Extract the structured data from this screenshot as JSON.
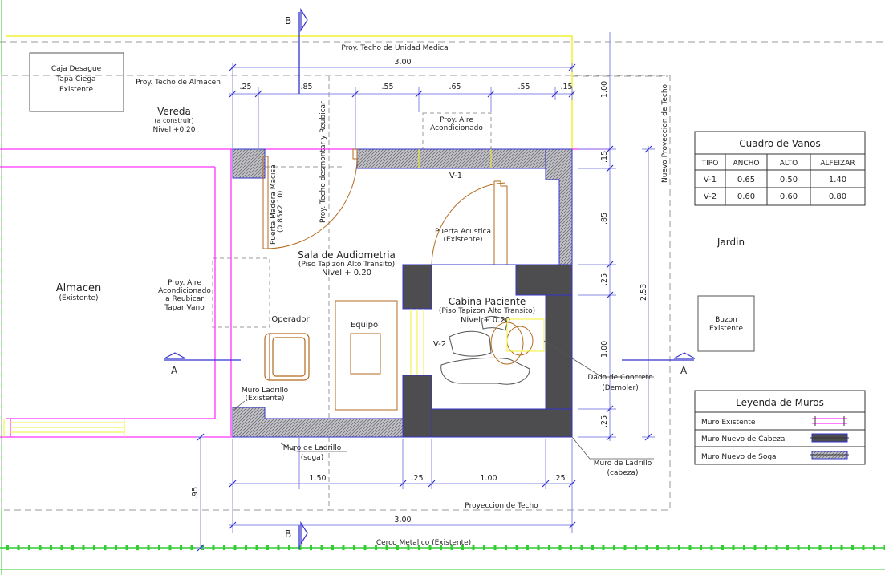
{
  "colors": {
    "magenta": "#ff33ff",
    "yellow": "#f2f230",
    "blue": "#3333cc",
    "dim": "#8a8ae6",
    "brown": "#b26b1f",
    "dark": "#4d4d50",
    "hatch": "#a7a7ad",
    "green": "#33cc33",
    "gray": "#9a9a9a"
  },
  "sections": {
    "b_top": "B",
    "b_bottom": "B",
    "a_left": "A",
    "a_right": "A"
  },
  "labels": {
    "caja": [
      "Caja Desague",
      "Tapa Ciega",
      "Existente"
    ],
    "proy_unidad": "Proy. Techo de Unidad Medica",
    "proy_almacen": "Proy. Techo de Almacen",
    "vereda": "Vereda",
    "vereda_sub": "(a construir)",
    "vereda_nivel": "Nivel +0.20",
    "proy_aire_top": [
      "Proy. Aire",
      "Acondicionado"
    ],
    "v1": "V-1",
    "v2": "V-2",
    "proy_techo_desmontar": "Proy. Techo desmontar y Reubicar",
    "puerta_madera": [
      "Puerta Madera Macisa",
      "(0.85x2.10)"
    ],
    "puerta_acustica": [
      "Puerta Acustica",
      "(Existente)"
    ],
    "sala": "Sala de Audiometria",
    "sala_sub": "(Piso Tapizon Alto Transito)",
    "sala_nivel": "Nivel + 0.20",
    "cabina": "Cabina Paciente",
    "cabina_sub": "(Piso Tapizon Alto Transito)",
    "cabina_nivel": "Nivel + 0.20",
    "almacen": "Almacen",
    "almacen_sub": "(Existente)",
    "proy_aire_left": [
      "Proy. Aire",
      "Acondicionado",
      "a Reubicar",
      "Tapar Vano"
    ],
    "operador": "Operador",
    "equipo": "Equipo",
    "muro_ladrillo_left": [
      "Muro Ladrillo",
      "(Existente)"
    ],
    "muro_soga": [
      "Muro de Ladrillo",
      "(soga)"
    ],
    "muro_cabeza": [
      "Muro de Ladrillo",
      "(cabeza)"
    ],
    "dado": [
      "Dado de Concreto",
      "(Demoler)"
    ],
    "jardin": "Jardin",
    "buzon": [
      "Buzon",
      "Existente"
    ],
    "nuevo_proy_techo": "Nuevo Proyeccion de Techo",
    "proyeccion_techo": "Proyeccion de Techo",
    "cerco": "Cerco Metalico (Existente)"
  },
  "dims": {
    "top_total": "3.00",
    "top_parts": [
      ".25",
      ".85",
      ".55",
      ".65",
      ".55",
      ".15"
    ],
    "right_parts": [
      "1.00",
      ".15",
      ".85",
      ".25",
      "1.00",
      ".25"
    ],
    "right_total": "2.53",
    "bottom_parts": [
      "1.50",
      ".25",
      "1.00",
      ".25"
    ],
    "bottom_total": "3.00",
    "left_95": ".95"
  },
  "cuadro_vanos": {
    "title": "Cuadro de Vanos",
    "headers": [
      "TIPO",
      "ANCHO",
      "ALTO",
      "ALFEIZAR"
    ],
    "rows": [
      [
        "V-1",
        "0.65",
        "0.50",
        "1.40"
      ],
      [
        "V-2",
        "0.60",
        "0.60",
        "0.80"
      ]
    ]
  },
  "leyenda": {
    "title": "Leyenda de Muros",
    "items": [
      {
        "label": "Muro Existente",
        "swatch": "existente"
      },
      {
        "label": "Muro Nuevo de Cabeza",
        "swatch": "cabeza"
      },
      {
        "label": "Muro Nuevo de Soga",
        "swatch": "soga"
      }
    ]
  }
}
